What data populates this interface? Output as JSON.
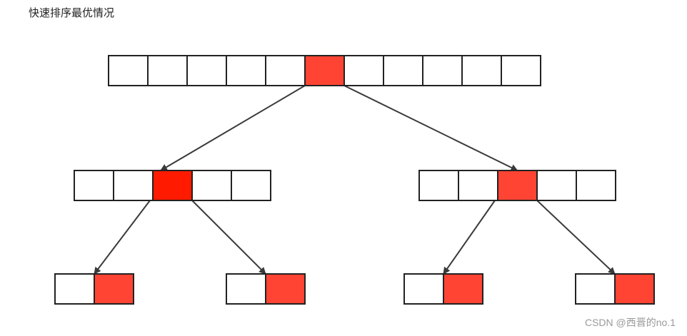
{
  "title": "快速排序最优情况",
  "watermark": "CSDN @西晋的no.1",
  "colors": {
    "pivot": "#FF4433",
    "pivot_mid_left": "#FF1A00",
    "cell_border": "#222222",
    "arrow": "#3a3a3a",
    "background": "#ffffff"
  },
  "tree": {
    "root": {
      "cells": 11,
      "pivot_index": 5
    },
    "level2": [
      {
        "cells": 5,
        "pivot_index": 2,
        "pivot_color": "pivot_mid_left"
      },
      {
        "cells": 5,
        "pivot_index": 2,
        "pivot_color": "pivot"
      }
    ],
    "level3": [
      {
        "cells": 2,
        "pivot_index": 1
      },
      {
        "cells": 2,
        "pivot_index": 1
      },
      {
        "cells": 2,
        "pivot_index": 1
      },
      {
        "cells": 2,
        "pivot_index": 1
      }
    ]
  }
}
